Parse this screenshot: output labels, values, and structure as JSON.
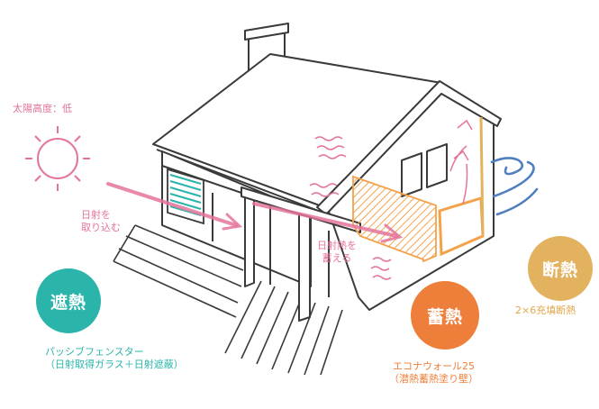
{
  "sun": {
    "label": "太陽高度：低"
  },
  "arrows": {
    "intake_label_line1": "日射を",
    "intake_label_line2": "取り込む",
    "store_label_line1": "日射熱を",
    "store_label_line2": "蓄える"
  },
  "badges": {
    "shading": {
      "label": "遮熱",
      "color": "#2bb5aa"
    },
    "storage": {
      "label": "蓄熱",
      "color": "#ee7f3a"
    },
    "insulation": {
      "label": "断熱",
      "color": "#e3b25e"
    }
  },
  "captions": {
    "shading_line1": "パッシブフェンスター",
    "shading_line2": "（日射取得ガラス＋日射遮蔽）",
    "storage_line1": "エコナウォール25",
    "storage_line2": "（潜熱蓄熱塗り壁）",
    "insulation_line1": "2×6充填断熱"
  },
  "colors": {
    "sun": "#e5749a",
    "arrow": "#e5749a",
    "wind": "#4f7fc0",
    "wall_hatch": "#f3a24a",
    "line": "#3a3a3a"
  }
}
